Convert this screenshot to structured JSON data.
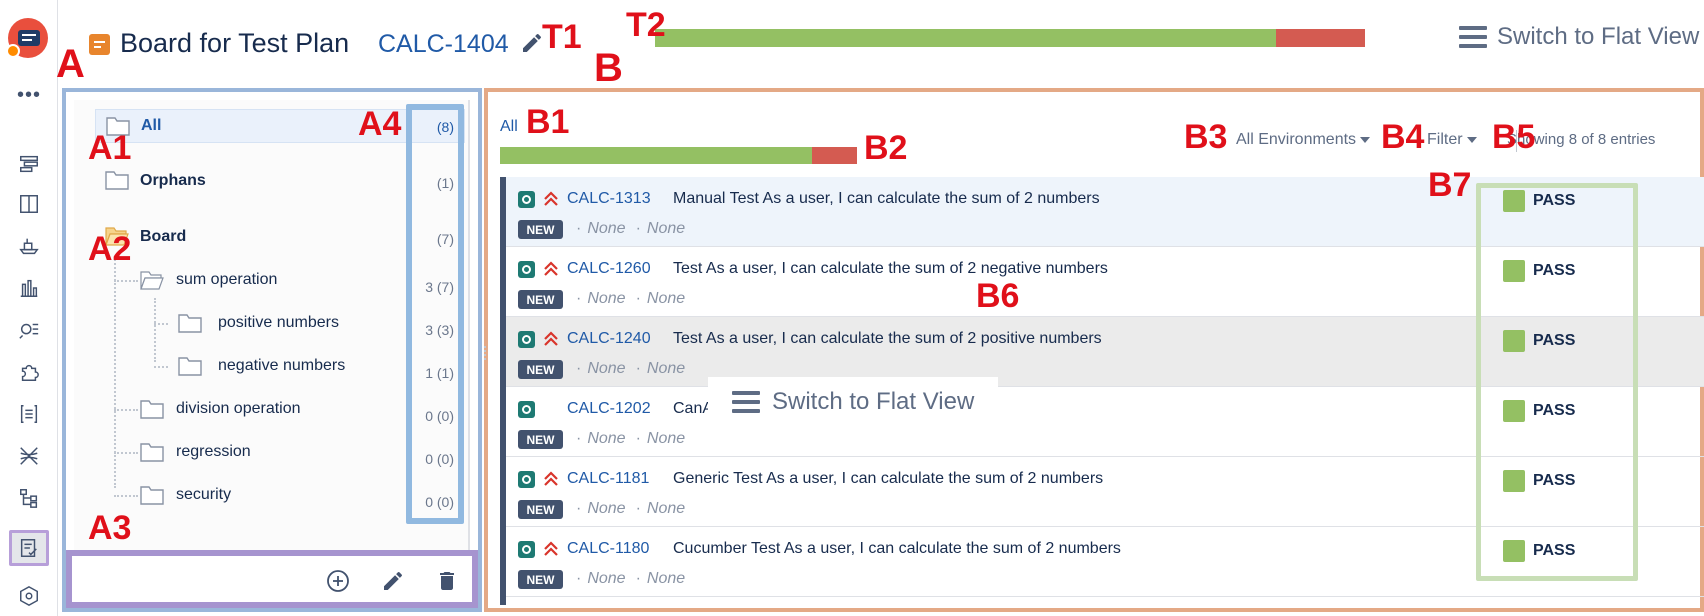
{
  "header": {
    "title": "Board for Test Plan",
    "issue_key": "CALC-1404",
    "flat_view_label": "Switch to Flat View",
    "progress": {
      "pass_fraction": 0.875,
      "fail_fraction": 0.125
    }
  },
  "annotations": {
    "A": "A",
    "A1": "A1",
    "A2": "A2",
    "A3": "A3",
    "A4": "A4",
    "B": "B",
    "B1": "B1",
    "B2": "B2",
    "B3": "B3",
    "B4": "B4",
    "B5": "B5",
    "B6": "B6",
    "B7": "B7",
    "T1": "T1",
    "T2": "T2"
  },
  "rail": {
    "more": "•••",
    "icons": [
      "roadmap-icon",
      "board-icon",
      "ship-icon",
      "reports-icon",
      "search-list-icon",
      "puzzle-icon",
      "list-icon",
      "xray-icon",
      "hierarchy-icon",
      "test-plan-icon",
      "settings-icon"
    ]
  },
  "tree": {
    "items": [
      {
        "label": "All",
        "count": "(8)"
      },
      {
        "label": "Orphans",
        "count": "(1)"
      },
      {
        "label": "Board",
        "count": "(7)"
      },
      {
        "label": "sum operation",
        "count": "3 (7)"
      },
      {
        "label": "positive numbers",
        "count": "3 (3)"
      },
      {
        "label": "negative numbers",
        "count": "1 (1)"
      },
      {
        "label": "division operation",
        "count": "0 (0)"
      },
      {
        "label": "regression",
        "count": "0 (0)"
      },
      {
        "label": "security",
        "count": "0 (0)"
      }
    ]
  },
  "tests_panel": {
    "folder_label": "All",
    "progress": {
      "pass_fraction": 0.875,
      "fail_fraction": 0.125
    },
    "environment_filter": "All Environments",
    "filter_label": "Filter",
    "showing": "Showing 8 of 8 entries",
    "popup_label": "Switch to Flat View",
    "rows": [
      {
        "key": "CALC-1313",
        "summary": "Manual Test As a user, I can calculate the sum of 2 numbers",
        "badge": "NEW",
        "meta1": "None",
        "meta2": "None",
        "status": "PASS",
        "priority": true
      },
      {
        "key": "CALC-1260",
        "summary": "Test As a user, I can calculate the sum of 2 negative numbers",
        "badge": "NEW",
        "meta1": "None",
        "meta2": "None",
        "status": "PASS",
        "priority": true
      },
      {
        "key": "CALC-1240",
        "summary": "Test As a user, I can calculate the sum of 2 positive numbers",
        "badge": "NEW",
        "meta1": "None",
        "meta2": "None",
        "status": "PASS",
        "priority": true
      },
      {
        "key": "CALC-1202",
        "summary": "CanA",
        "badge": "NEW",
        "meta1": "None",
        "meta2": "None",
        "status": "PASS",
        "priority": false
      },
      {
        "key": "CALC-1181",
        "summary": "Generic Test As a user, I can calculate the sum of 2 numbers",
        "badge": "NEW",
        "meta1": "None",
        "meta2": "None",
        "status": "PASS",
        "priority": true
      },
      {
        "key": "CALC-1180",
        "summary": "Cucumber Test As a user, I can calculate the sum of 2 numbers",
        "badge": "NEW",
        "meta1": "None",
        "meta2": "None",
        "status": "PASS",
        "priority": true
      }
    ]
  },
  "colors": {
    "pass": "#94c063",
    "fail": "#d45b51",
    "link": "#205aa7",
    "annotation": "#e0101a"
  }
}
